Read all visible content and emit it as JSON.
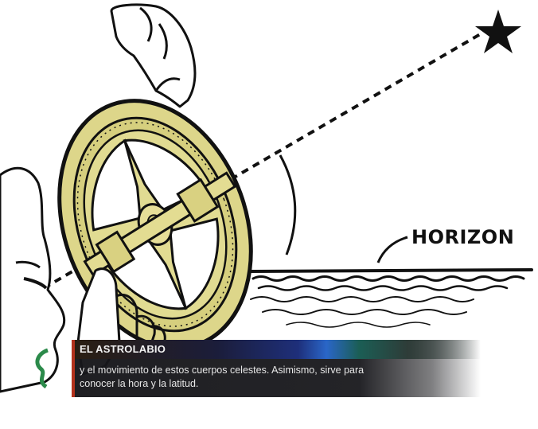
{
  "diagram": {
    "horizon_label": "HORIZON"
  },
  "caption": {
    "title": "EL ASTROLABIO",
    "line1": "y el movimiento de estos cuerpos celestes. Asimismo, sirve para",
    "line2": "conocer la hora y la latitud."
  },
  "colors": {
    "astrolabe_fill": "#ddd68a",
    "ink": "#111111",
    "caption_background": "#16161a",
    "caption_accent": "#b3321d"
  },
  "icons": [
    "star-icon",
    "astrolabe",
    "hand",
    "observer-face",
    "sea-waves"
  ]
}
